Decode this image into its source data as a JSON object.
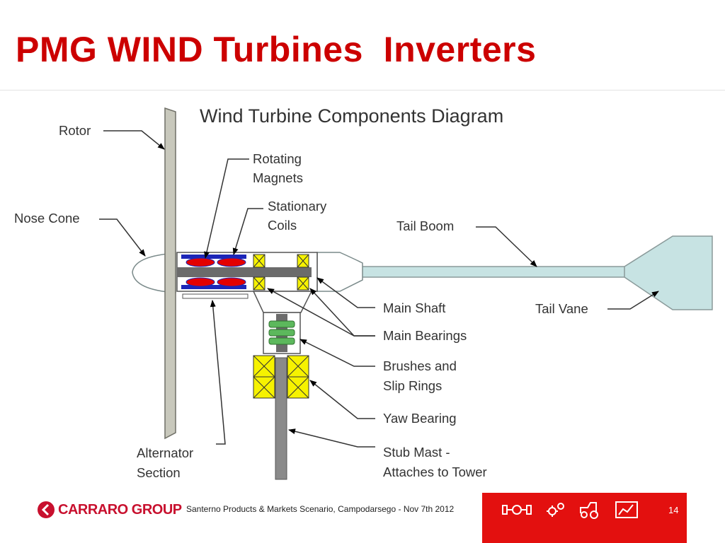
{
  "slide": {
    "title": "PMG WIND Turbines  Inverters",
    "page_number": "14"
  },
  "diagram": {
    "title": "Wind Turbine Components Diagram",
    "labels": {
      "rotor": "Rotor",
      "rotating_magnets_1": "Rotating",
      "rotating_magnets_2": "Magnets",
      "nose_cone": "Nose Cone",
      "stationary_coils_1": "Stationary",
      "stationary_coils_2": "Coils",
      "tail_boom": "Tail Boom",
      "main_shaft": "Main Shaft",
      "tail_vane": "Tail Vane",
      "main_bearings": "Main Bearings",
      "brushes_1": "Brushes and",
      "brushes_2": "Slip Rings",
      "yaw_bearing": "Yaw Bearing",
      "alternator_1": "Alternator",
      "alternator_2": "Section",
      "stub_mast_1": "Stub Mast -",
      "stub_mast_2": "Attaches to Tower"
    }
  },
  "footer": {
    "company": "CARRARO GROUP",
    "caption": "Santerno Products & Markets Scenario, Campodarsego - Nov 7th 2012",
    "icons": [
      "axle-icon",
      "gears-icon",
      "tractor-icon",
      "chart-icon"
    ]
  },
  "colors": {
    "title": "#cc0000",
    "brand_red": "#e3100f",
    "blade": "#c8c8bc",
    "tail": "#c7e3e3",
    "magnet_red": "#e30000",
    "coil_blue": "#1c26b8",
    "bearing_yellow": "#f6f200",
    "slip_green": "#5cb85c",
    "shaft_gray": "#6b6b6b"
  }
}
